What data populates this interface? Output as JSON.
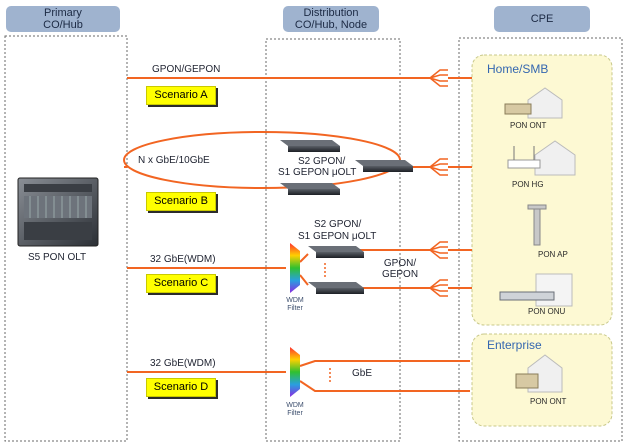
{
  "headers": {
    "primary_line1": "Primary",
    "primary_line2": "CO/Hub",
    "distribution_line1": "Distribution",
    "distribution_line2": "CO/Hub, Node",
    "cpe": "CPE"
  },
  "central": {
    "olt_label": "S5 PON OLT"
  },
  "links": {
    "a": "GPON/GEPON",
    "b": "N x GbE/10GbE",
    "c": "32 GbE(WDM)",
    "d": "32 GbE(WDM)",
    "gpon_gepon_c": "GPON/ GEPON",
    "gbe": "GbE"
  },
  "scenarios": [
    "Scenario  A",
    "Scenario  B",
    "Scenario  C",
    "Scenario  D"
  ],
  "devices": {
    "uolt_b_line1": "S2 GPON/",
    "uolt_b_line2": "S1 GEPON μOLT",
    "uolt_c_line1": "S2 GPON/",
    "uolt_c_line2": "S1 GEPON μOLT",
    "wdm_c_line1": "WDM",
    "wdm_c_line2": "Filter",
    "wdm_d_line1": "WDM",
    "wdm_d_line2": "Filter"
  },
  "cpe": {
    "home_title": "Home/SMB",
    "enterprise_title": "Enterprise",
    "pon_ont": "PON ONT",
    "pon_hg": "PON HG",
    "pon_ap": "PON AP",
    "pon_onu": "PON ONU",
    "ent_ont": "PON ONT"
  },
  "colors": {
    "link": "#f26522",
    "header_fill": "#9fb3cf",
    "cpe_area_fill": "#fdf9d3",
    "cpe_area_border": "#c8c88a",
    "scenario_fill": "#ffff00",
    "title_blue": "#3467b0"
  }
}
